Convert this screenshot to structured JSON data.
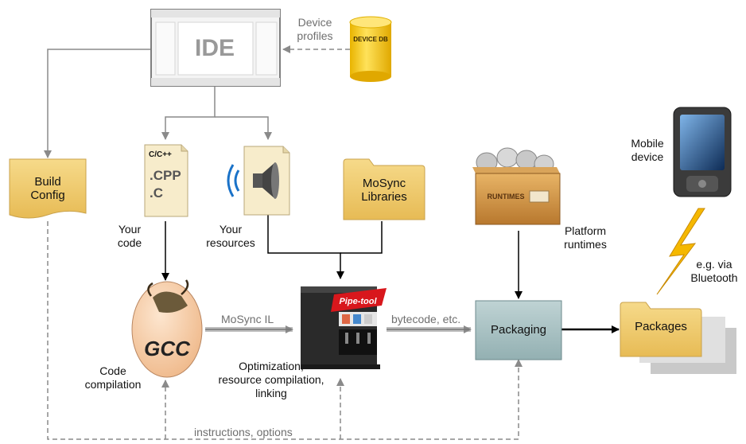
{
  "ide": {
    "title": "IDE"
  },
  "device_db": {
    "label": "DEVICE DB",
    "caption_line1": "Device",
    "caption_line2": "profiles"
  },
  "build_config": {
    "line1": "Build",
    "line2": "Config"
  },
  "code_file": {
    "header": "C/C++",
    "ext1": ".CPP",
    "ext2": ".C",
    "caption_line1": "Your",
    "caption_line2": "code"
  },
  "resources": {
    "caption_line1": "Your",
    "caption_line2": "resources"
  },
  "libraries": {
    "line1": "MoSync",
    "line2": "Libraries"
  },
  "runtimes_box": {
    "label": "RUNTIMES",
    "caption_line1": "Platform",
    "caption_line2": "runtimes"
  },
  "mobile": {
    "caption_line1": "Mobile",
    "caption_line2": "device"
  },
  "bluetooth": {
    "line1": "e.g. via",
    "line2": "Bluetooth"
  },
  "gcc": {
    "label": "GCC",
    "caption_line1": "Code",
    "caption_line2": "compilation"
  },
  "il_label": "MoSync IL",
  "pipetool": {
    "label": "Pipe-tool",
    "caption_line1": "Optimization,",
    "caption_line2": "resource compilation,",
    "caption_line3": "linking"
  },
  "bytecode_label": "bytecode, etc.",
  "packaging": {
    "label": "Packaging"
  },
  "packages": {
    "label": "Packages"
  },
  "instructions_label": "instructions, options",
  "colors": {
    "folder": "#f0c96a",
    "packaging": "#a9c3c4",
    "db": "#f3cc1c",
    "gcc": "#f7cfa8",
    "arrow": "#000000",
    "gray_line": "#8a8a8a"
  }
}
